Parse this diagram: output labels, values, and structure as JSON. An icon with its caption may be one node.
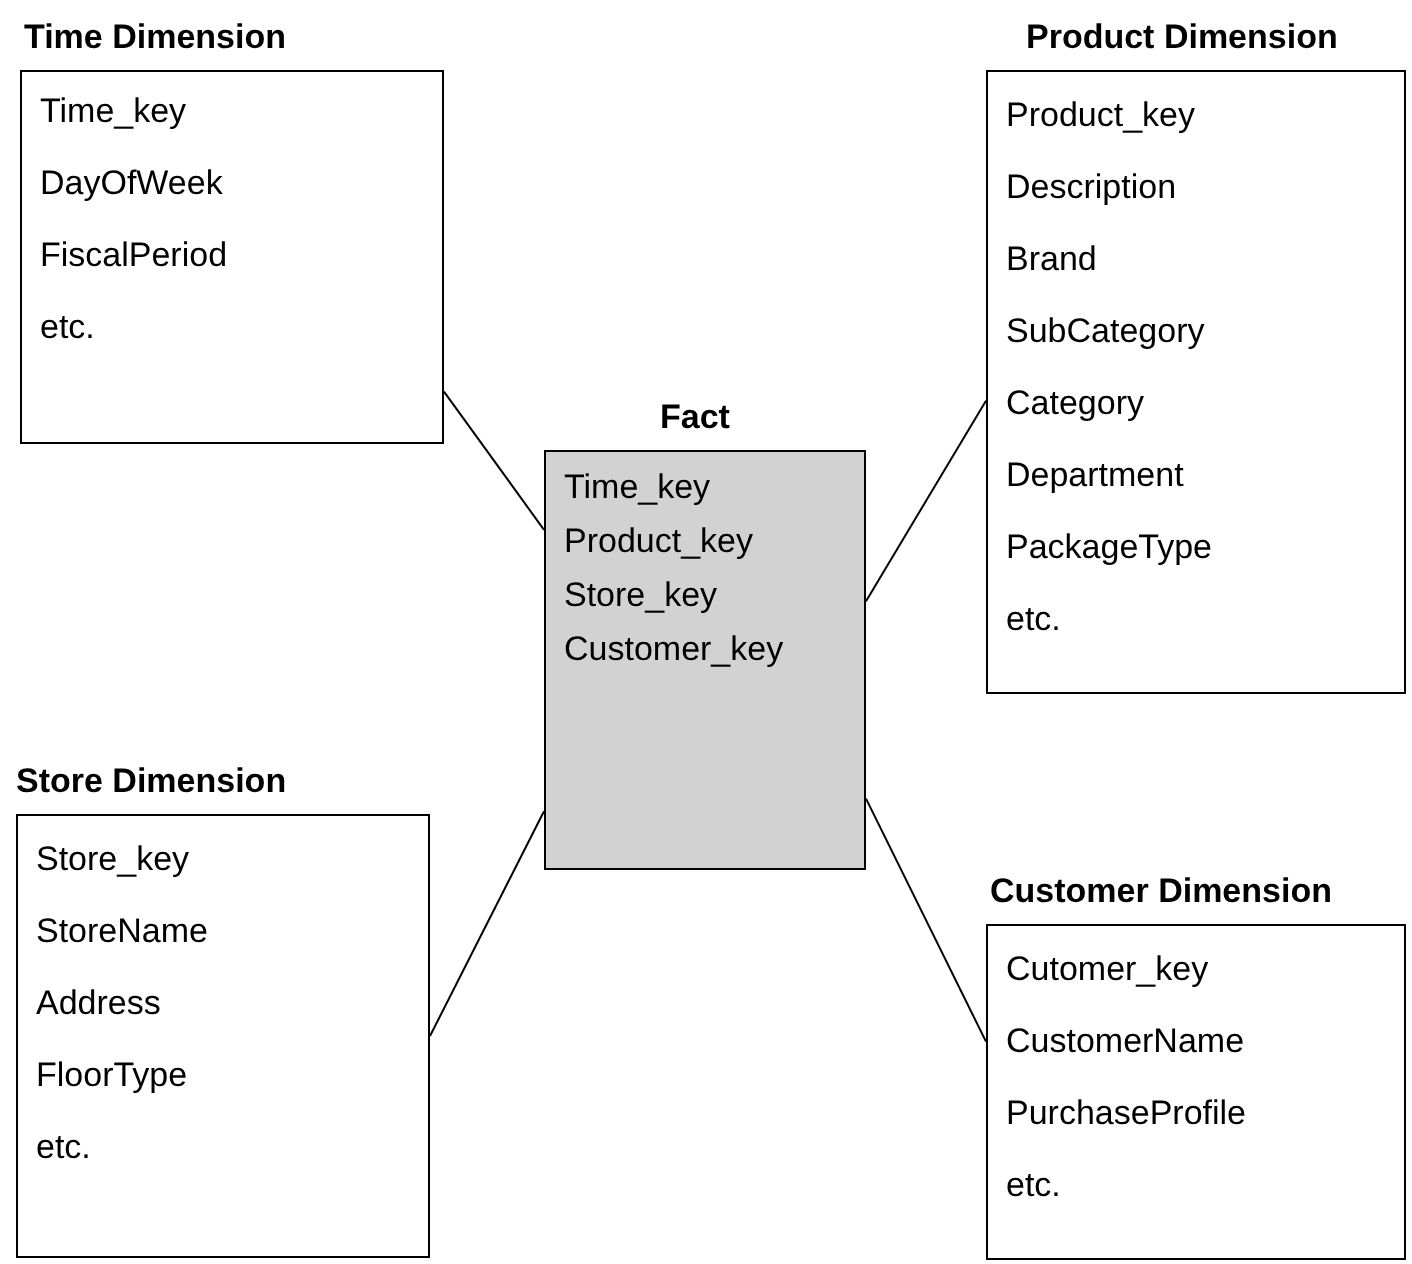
{
  "diagram": {
    "nodes": [
      {
        "text": [
          "Time Dimension",
          "Time_key",
          "DayOfWeek",
          "FiscalPeriod",
          "etc."
        ]
      },
      {
        "text": [
          "Product Dimension",
          "Product_key",
          "Description",
          "Brand",
          "SubCategory",
          "Category",
          "Department",
          "PackageType",
          "etc."
        ]
      },
      {
        "text": [
          "Fact",
          "Time_key",
          "Product_key",
          "Store_key",
          "Customer_key"
        ]
      },
      {
        "text": [
          "Store Dimension",
          "Store_key",
          "StoreName",
          "Address",
          "FloorType",
          "etc."
        ]
      },
      {
        "text": [
          "Customer Dimension",
          "Cutomer_key",
          "CustomerName",
          "PurchaseProfile",
          "etc."
        ]
      }
    ],
    "edges": [
      {
        "from": 0,
        "to": 2,
        "arrow": "none"
      },
      {
        "from": 1,
        "to": 2,
        "arrow": "none"
      },
      {
        "from": 3,
        "to": 2,
        "arrow": "none"
      },
      {
        "from": 4,
        "to": 2,
        "arrow": "none"
      }
    ]
  }
}
